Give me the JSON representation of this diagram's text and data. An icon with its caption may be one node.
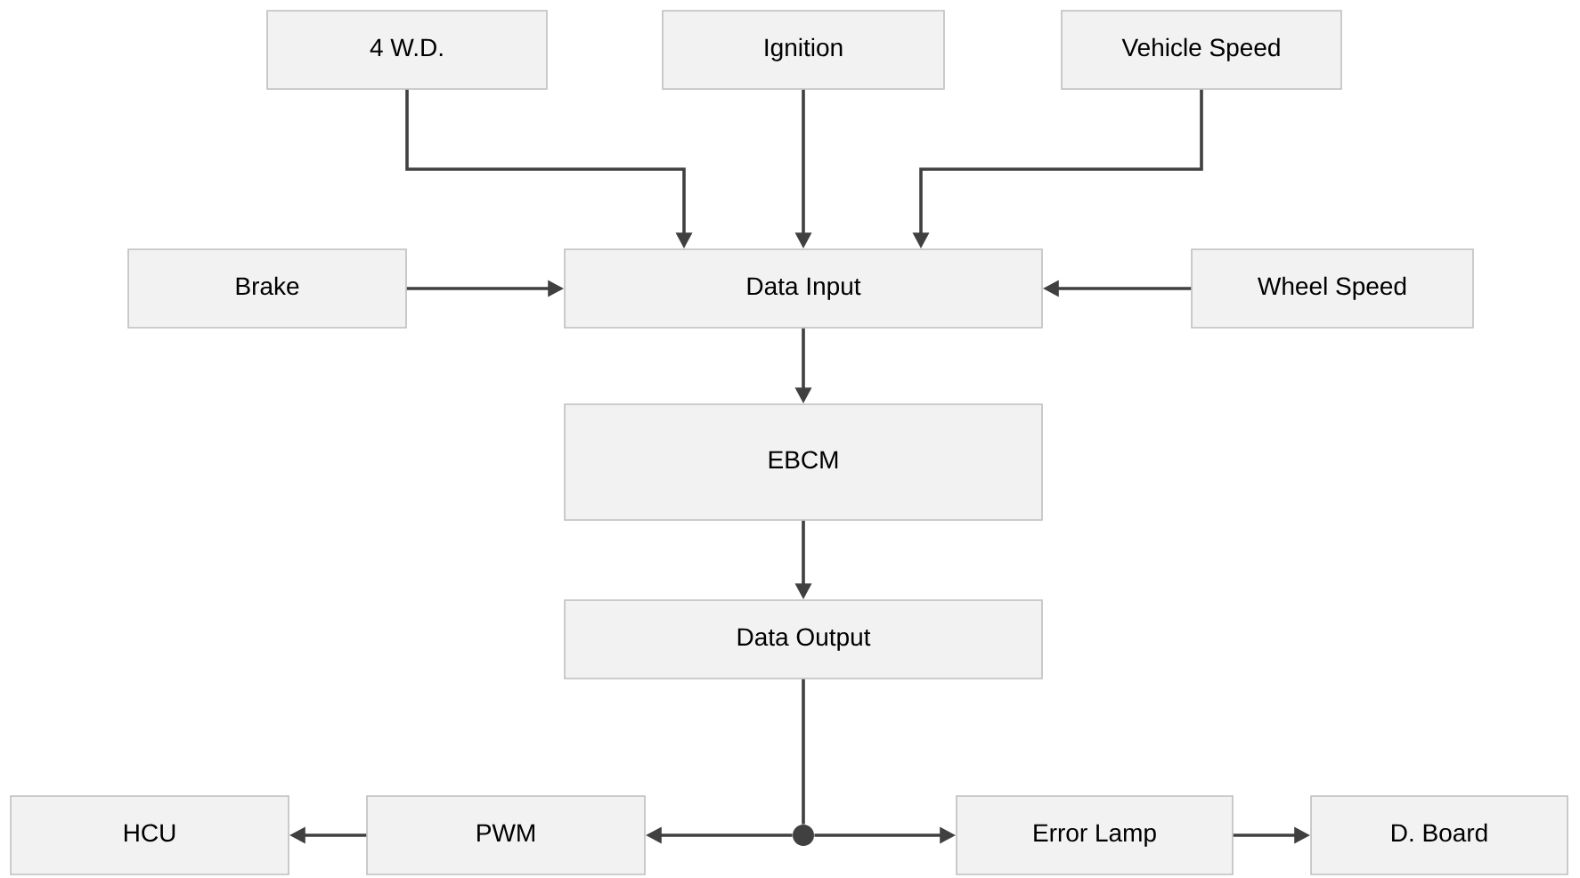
{
  "diagram": {
    "nodes": [
      {
        "text": [
          "4 W.D."
        ]
      },
      {
        "text": [
          "Ignition"
        ]
      },
      {
        "text": [
          "Vehicle Speed"
        ]
      },
      {
        "text": [
          "Brake"
        ]
      },
      {
        "text": [
          "Data Input"
        ]
      },
      {
        "text": [
          "Wheel Speed"
        ]
      },
      {
        "text": [
          "EBCM"
        ]
      },
      {
        "text": [
          "Data Output"
        ]
      },
      {
        "text": [
          "HCU"
        ]
      },
      {
        "text": [
          "PWM"
        ]
      },
      {
        "text": [],
        "shape": "circle"
      },
      {
        "text": [
          "Error Lamp"
        ]
      },
      {
        "text": [
          "D. Board"
        ]
      }
    ],
    "edges": [
      {
        "from": 0,
        "to": 4,
        "arrow": "to"
      },
      {
        "from": 1,
        "to": 4,
        "arrow": "to"
      },
      {
        "from": 2,
        "to": 4,
        "arrow": "to"
      },
      {
        "from": 3,
        "to": 4,
        "arrow": "to"
      },
      {
        "from": 5,
        "to": 4,
        "arrow": "to"
      },
      {
        "from": 4,
        "to": 6,
        "arrow": "to"
      },
      {
        "from": 6,
        "to": 7,
        "arrow": "to"
      },
      {
        "from": 7,
        "to": 10,
        "arrow": "none"
      },
      {
        "from": 10,
        "to": 9,
        "arrow": "to"
      },
      {
        "from": 10,
        "to": 11,
        "arrow": "to"
      },
      {
        "from": 9,
        "to": 8,
        "arrow": "to"
      },
      {
        "from": 11,
        "to": 12,
        "arrow": "to"
      }
    ]
  }
}
